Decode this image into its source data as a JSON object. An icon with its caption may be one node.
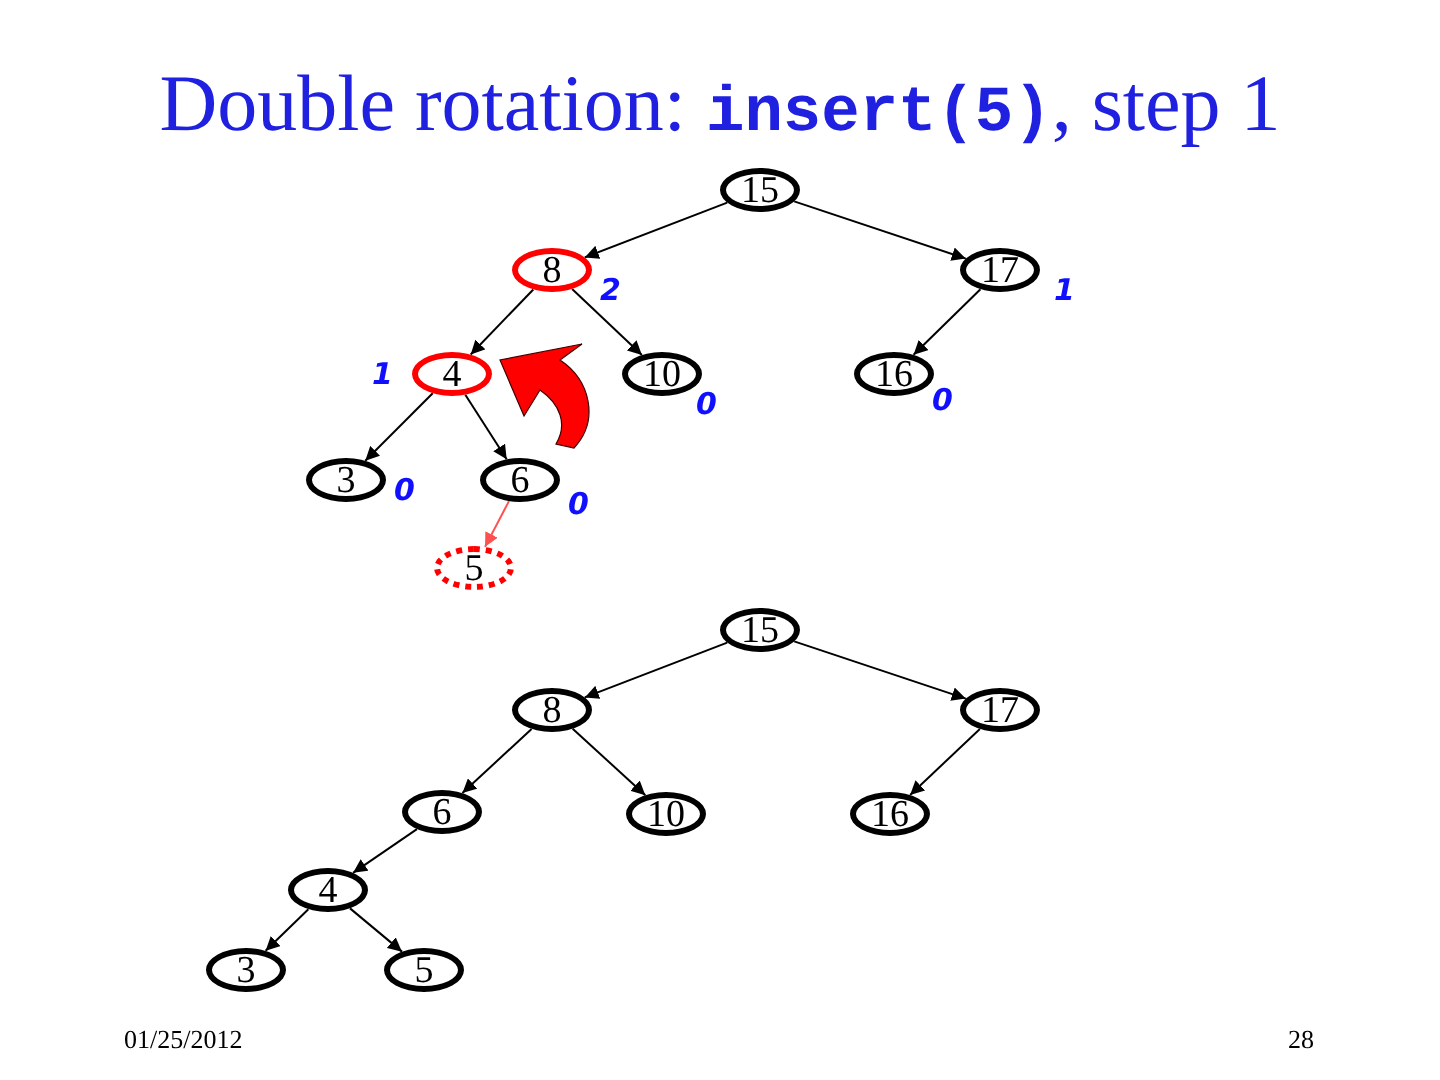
{
  "diagram": {
    "title": "Double rotation: **insert(5)**, step 1",
    "nodes": [
      {
        "text": [
          "15"
        ]
      },
      {
        "text": [
          "8"
        ],
        "beside": [
          "2"
        ]
      },
      {
        "text": [
          "17"
        ],
        "beside": [
          "1"
        ]
      },
      {
        "text": [
          "4"
        ],
        "beside": [
          "1"
        ]
      },
      {
        "text": [
          "10"
        ],
        "beside": [
          "0"
        ]
      },
      {
        "text": [
          "16"
        ],
        "beside": [
          "0"
        ]
      },
      {
        "text": [
          "3"
        ],
        "beside": [
          "0"
        ]
      },
      {
        "text": [
          "6"
        ],
        "beside": [
          "0"
        ]
      },
      {
        "text": [
          "5"
        ]
      },
      {
        "text": [
          "15"
        ]
      },
      {
        "text": [
          "8"
        ]
      },
      {
        "text": [
          "17"
        ]
      },
      {
        "text": [
          "6"
        ]
      },
      {
        "text": [
          "10"
        ]
      },
      {
        "text": [
          "16"
        ]
      },
      {
        "text": [
          "4"
        ]
      },
      {
        "text": [
          "3"
        ]
      },
      {
        "text": [
          "5"
        ]
      }
    ],
    "edges": [
      {
        "from": 0,
        "to": 1,
        "arrow": "to"
      },
      {
        "from": 0,
        "to": 2,
        "arrow": "to"
      },
      {
        "from": 1,
        "to": 3,
        "arrow": "to"
      },
      {
        "from": 1,
        "to": 4,
        "arrow": "to"
      },
      {
        "from": 2,
        "to": 5,
        "arrow": "to"
      },
      {
        "from": 3,
        "to": 6,
        "arrow": "to"
      },
      {
        "from": 3,
        "to": 7,
        "arrow": "to"
      },
      {
        "from": 7,
        "to": 8,
        "arrow": "to",
        "color": "#ff5050"
      },
      {
        "from": 9,
        "to": 10,
        "arrow": "to"
      },
      {
        "from": 9,
        "to": 11,
        "arrow": "to"
      },
      {
        "from": 10,
        "to": 12,
        "arrow": "to"
      },
      {
        "from": 10,
        "to": 13,
        "arrow": "to"
      },
      {
        "from": 11,
        "to": 14,
        "arrow": "to"
      },
      {
        "from": 12,
        "to": 15,
        "arrow": "to"
      },
      {
        "from": 15,
        "to": 16,
        "arrow": "to"
      },
      {
        "from": 15,
        "to": 17,
        "arrow": "to"
      }
    ],
    "labels": [
      "01/25/2012",
      "28"
    ]
  }
}
